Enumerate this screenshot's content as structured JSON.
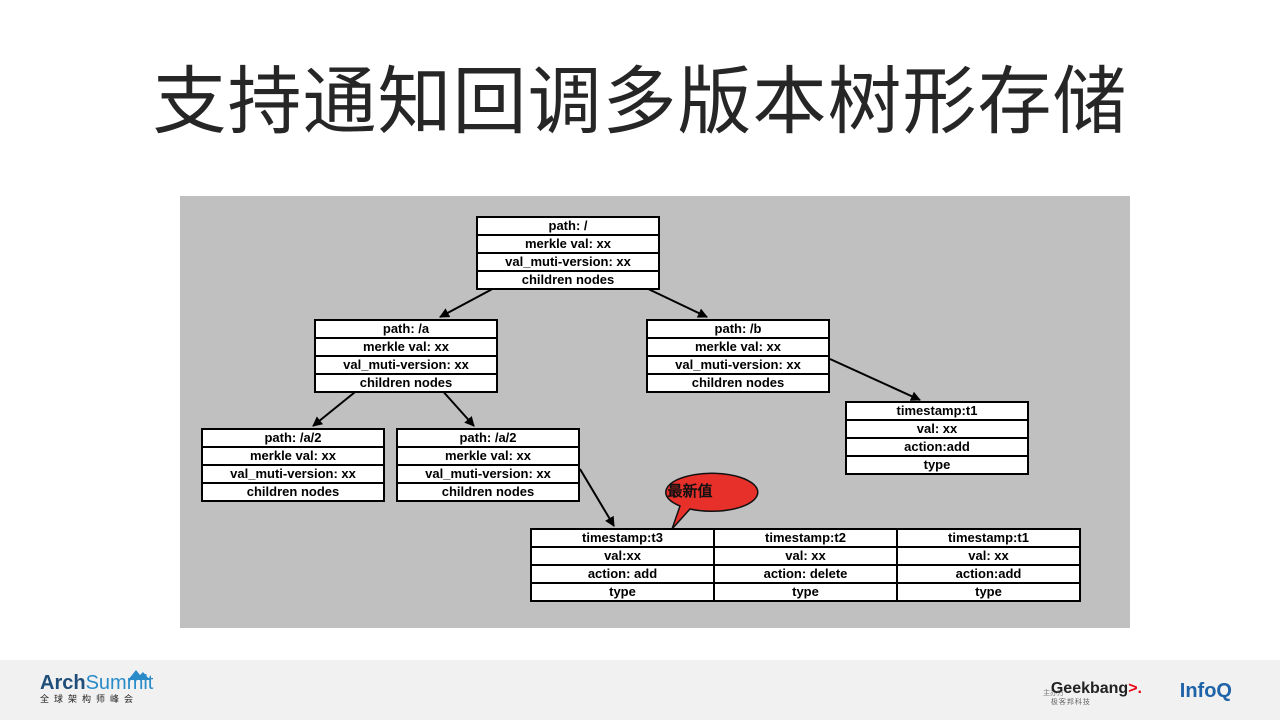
{
  "title": "支持通知回调多版本树形存储",
  "diagram": {
    "nodes": {
      "root": [
        "path: /",
        "merkle val: xx",
        "val_muti-version: xx",
        "children nodes"
      ],
      "a": [
        "path: /a",
        "merkle val: xx",
        "val_muti-version: xx",
        "children nodes"
      ],
      "b": [
        "path: /b",
        "merkle val: xx",
        "val_muti-version: xx",
        "children nodes"
      ],
      "a2_left": [
        "path: /a/2",
        "merkle val: xx",
        "val_muti-version: xx",
        "children nodes"
      ],
      "a2_right": [
        "path: /a/2",
        "merkle val: xx",
        "val_muti-version: xx",
        "children nodes"
      ],
      "b_version_t1": [
        "timestamp:t1",
        "val: xx",
        "action:add",
        "type"
      ],
      "v_t3": [
        "timestamp:t3",
        "val:xx",
        "action: add",
        "type"
      ],
      "v_t2": [
        "timestamp:t2",
        "val: xx",
        "action: delete",
        "type"
      ],
      "v_t1": [
        "timestamp:t1",
        "val: xx",
        "action:add",
        "type"
      ]
    },
    "bubble_label": "最新值",
    "bubble_color": "#e8302a"
  },
  "footer": {
    "logo_arch": "Arch",
    "logo_summit": "Summit",
    "logo_sub": "全球架构师峰会",
    "sponsor_label": "主办方",
    "geekbang_name": "Geekbang",
    "geekbang_arrow": ">.",
    "geekbang_sub": "极客邦科技",
    "infoq": "InfoQ"
  }
}
